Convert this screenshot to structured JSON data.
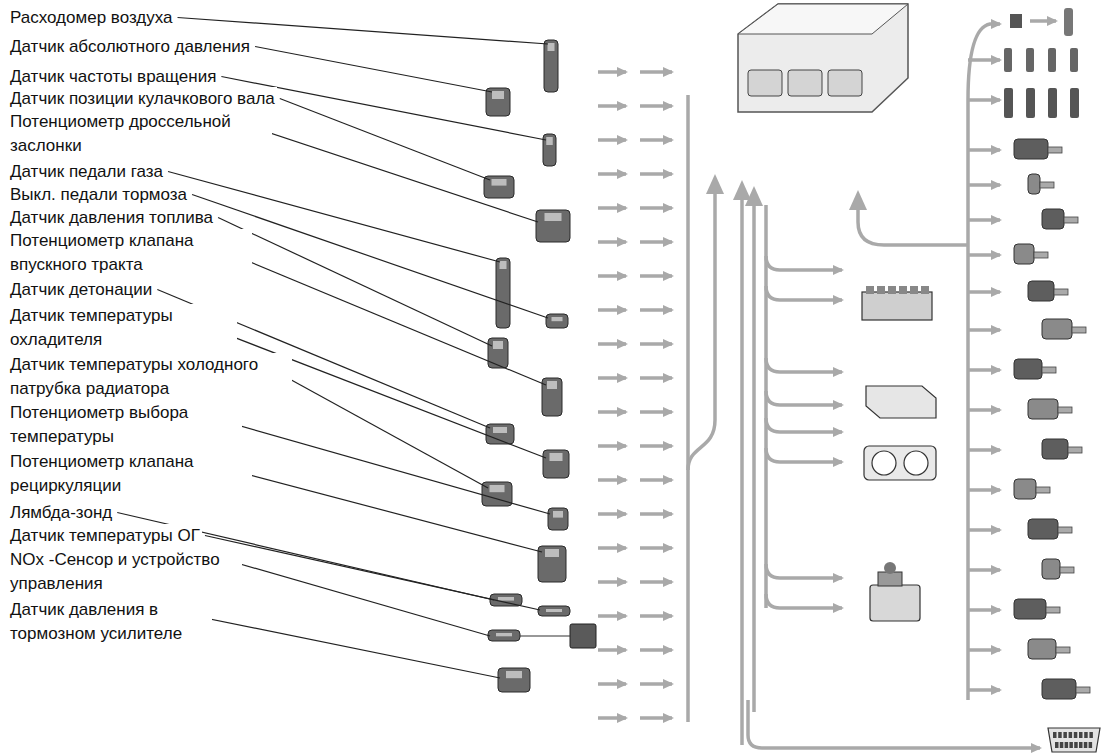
{
  "diagram": {
    "labels": [
      "Расходомер воздуха",
      "Датчик абсолютного давления",
      "Датчик частоты вращения",
      "Датчик позиции кулачкового вала",
      "Потенциометр дроссельной заслонки",
      "Датчик педали газа",
      "Выкл. педали тормоза",
      "Датчик давления топлива",
      "Потенциометр клапана впускного тракта",
      "Датчик детонации",
      "Датчик температуры охладителя",
      "Датчик температуры холодного патрубка радиатора",
      "Потенциометр выбора температуры",
      "Потенциометр клапана рециркуляции",
      "Лямбда-зонд",
      "Датчик температуры ОГ",
      "NOx -Сенсор и устройство управления",
      "Датчик давления в тормозном усилителе"
    ]
  }
}
